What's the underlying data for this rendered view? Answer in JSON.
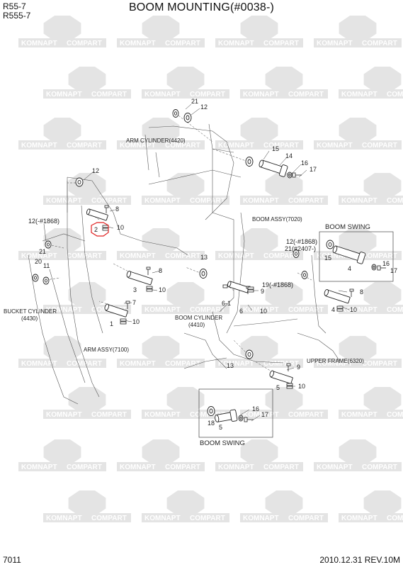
{
  "header": {
    "models": [
      "R55-7",
      "R555-7"
    ],
    "title": "BOOM MOUNTING(#0038-)"
  },
  "footer": {
    "page_no": "7011",
    "revision": "2010.12.31  REV.10M"
  },
  "watermark": {
    "texts": [
      "KOMNAPT",
      "COMPART"
    ]
  },
  "callouts": {
    "arm_cylinder": "ARM CYLINDER(4420)",
    "boom_assy": "BOOM ASSY(7020)",
    "boom_swing_top": "BOOM SWING",
    "boom_swing_bottom": "BOOM SWING",
    "bucket_cylinder": "BUCKET CYLINDER",
    "bucket_cylinder_code": "(4430)",
    "boom_cylinder": "BOOM CYLINDER",
    "boom_cylinder_code": "(4410)",
    "arm_assy": "ARM ASSY(7100)",
    "upper_frame": "UPPER FRAME(6320)"
  },
  "part_numbers": {
    "p21a": "21",
    "p12a": "12",
    "p15a": "15",
    "p14a": "14",
    "p16a": "16",
    "p17a": "17",
    "p12b": "12",
    "p8a": "8",
    "p2": "2",
    "p10a": "10",
    "p12c": "12(-#1868)",
    "p21b": "21",
    "p20": "20",
    "p11": "11",
    "p13a": "13",
    "p8b": "8",
    "p3": "3",
    "p10b": "10",
    "p12d": "12(-#1868)",
    "p21c": "21(#2407-)",
    "p19": "19(-#1868)",
    "p15b": "15",
    "p4a": "4",
    "p16b": "16",
    "p17b": "17",
    "p9a": "9",
    "p61": "6-1",
    "p6": "6",
    "p10c": "10",
    "p8c": "8",
    "p4b": "4",
    "p10d": "10",
    "p7": "7",
    "p1": "1",
    "p10e": "10",
    "p13b": "13",
    "p9b": "9",
    "p5a": "5",
    "p10f": "10",
    "p18": "18",
    "p5b": "5",
    "p16c": "16",
    "p17c": "17"
  },
  "colors": {
    "line": "#333333",
    "watermark": "#e4e4e4",
    "highlight": "#e02020"
  }
}
